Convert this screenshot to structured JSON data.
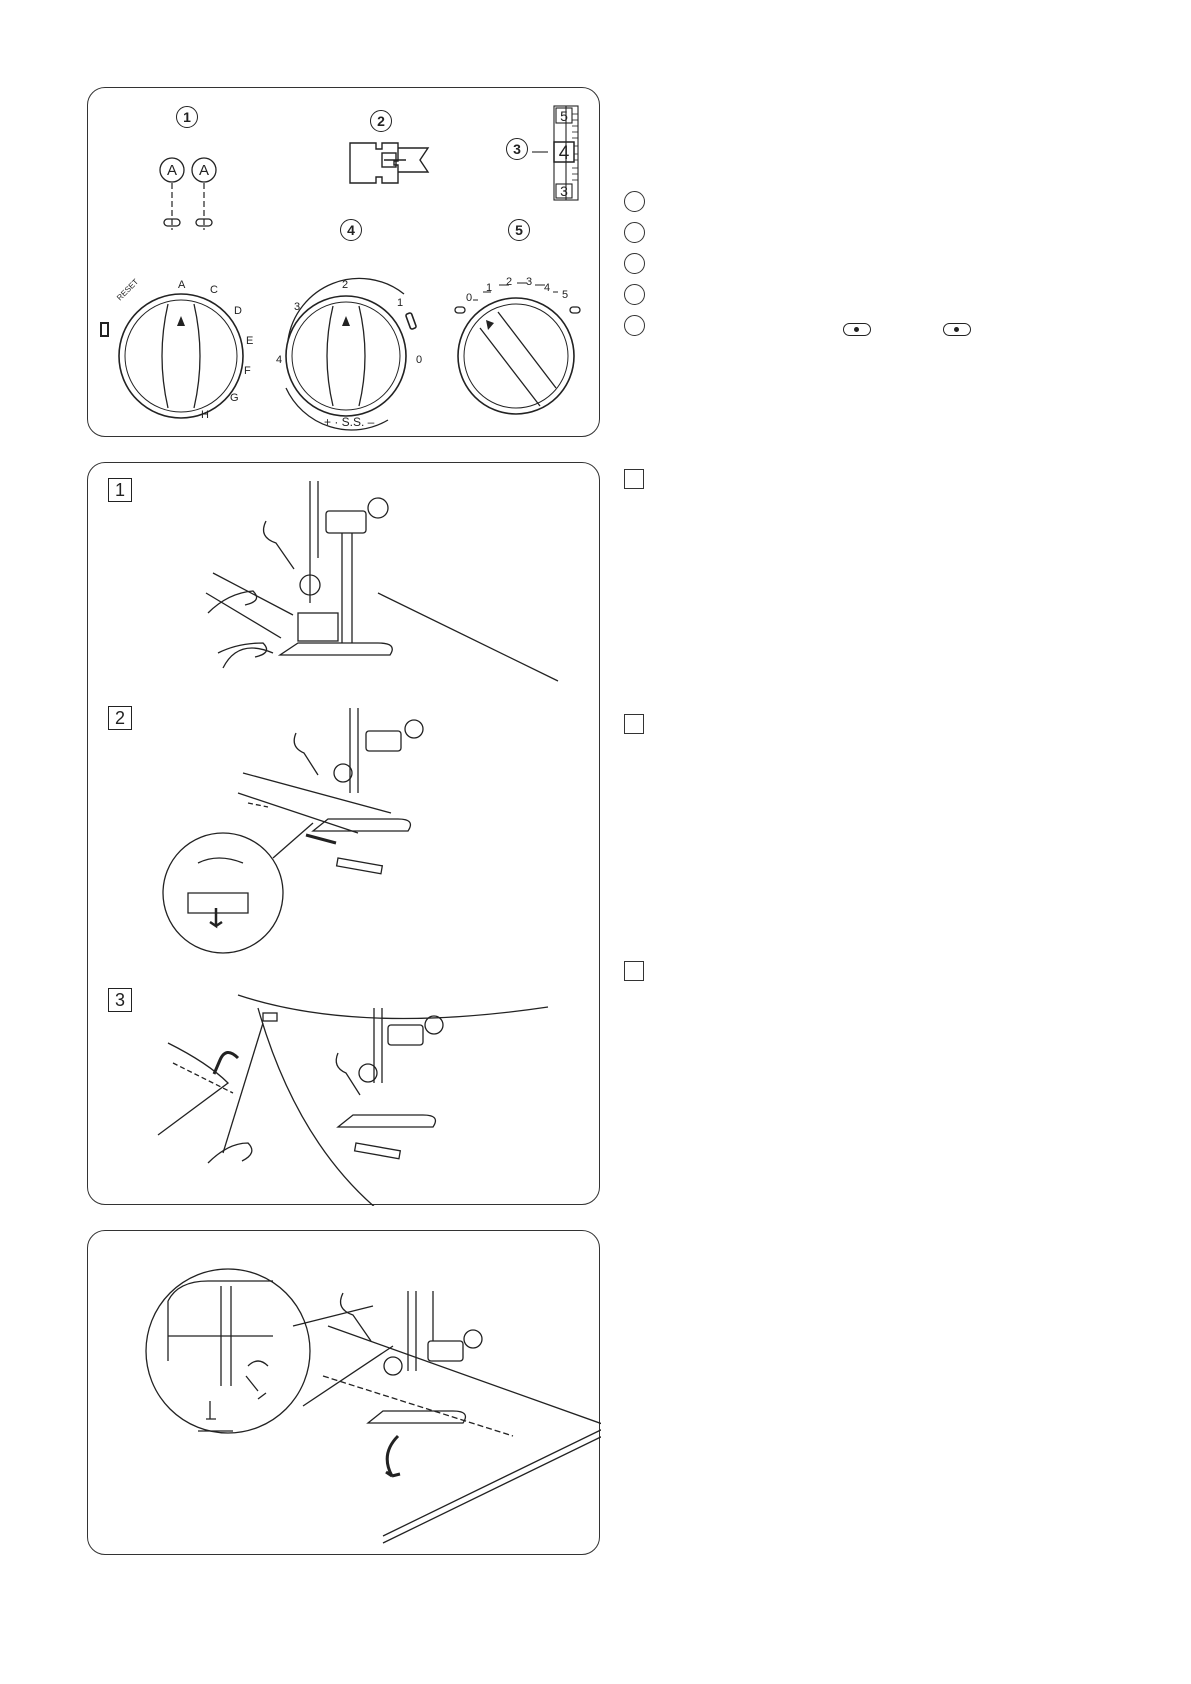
{
  "panel1": {
    "callouts": [
      "1",
      "2",
      "3",
      "4",
      "5"
    ],
    "indicator_a": "A",
    "stitch_length_scale": [
      "5",
      "4",
      "3"
    ],
    "dial_pattern": {
      "reset": "RESET",
      "letters": [
        "A",
        "C",
        "D",
        "E",
        "F",
        "G",
        "H"
      ]
    },
    "dial_length": {
      "numbers": [
        "2",
        "3",
        "1",
        "4",
        "0"
      ],
      "ss": "+ · S.S. –"
    },
    "dial_tension": {
      "numbers": [
        "0",
        "1",
        "2",
        "3",
        "4",
        "5"
      ]
    }
  },
  "panel2": {
    "steps": [
      "1",
      "2",
      "3"
    ]
  },
  "side": {
    "circle_count": 5,
    "square_count": 3
  }
}
